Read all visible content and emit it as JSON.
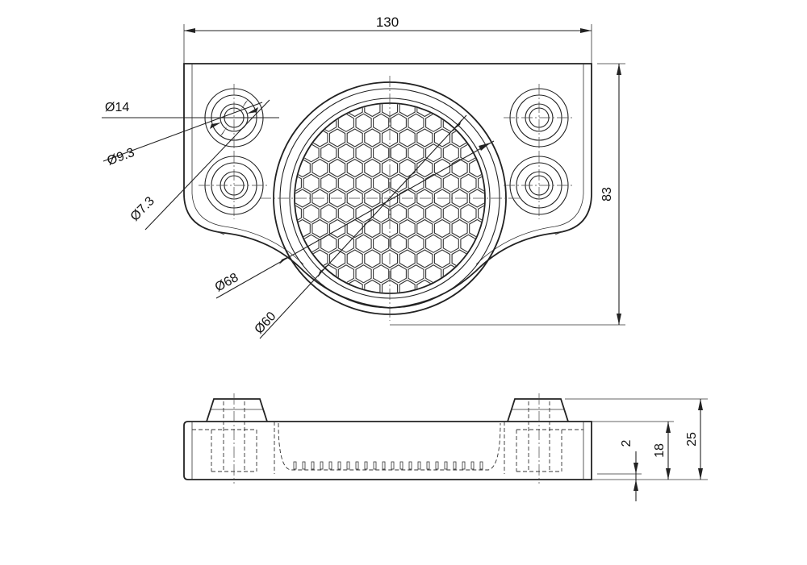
{
  "drawing": {
    "dimensions": {
      "overall_width": "130",
      "overall_height": "83",
      "hole_outer": "Ø14",
      "hole_counterbore": "Ø9.3",
      "hole_through": "Ø7.3",
      "lens_outer": "Ø68",
      "lens_inner": "Ø60",
      "total_thickness": "25",
      "base_thickness": "18",
      "lens_recess": "2"
    },
    "colors": {
      "line": "#222222",
      "background": "#ffffff"
    }
  }
}
